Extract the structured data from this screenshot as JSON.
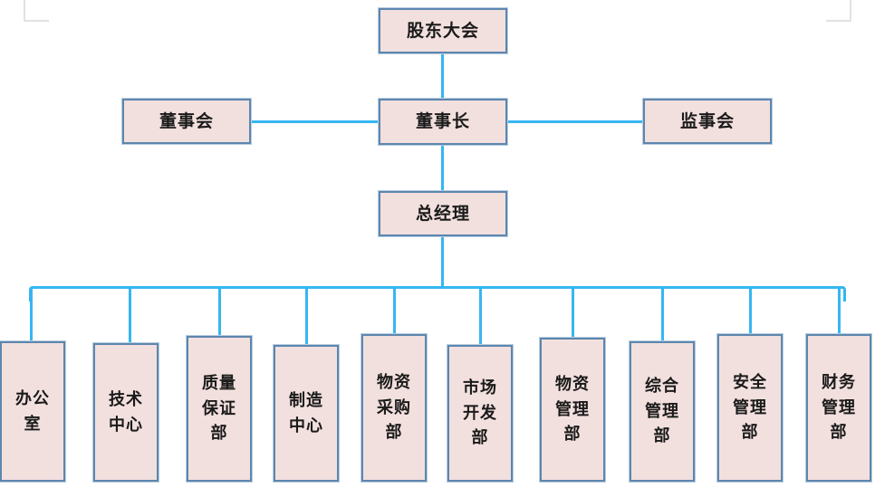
{
  "chart_data": {
    "type": "diagram",
    "title": "",
    "diagram_kind": "organizational-chart",
    "orientation": "top-down",
    "colors": {
      "node_fill": "#f2e0de",
      "node_border": "#5d86ae",
      "connector": "#35b6f2",
      "text": "#1a1a1a",
      "crop_mark": "#e2e2e2",
      "background": "#ffffff"
    },
    "levels": [
      {
        "level": 1,
        "nodes": [
          "股东大会"
        ]
      },
      {
        "level": 2,
        "nodes": [
          "董事会",
          "董事长",
          "监事会"
        ]
      },
      {
        "level": 3,
        "nodes": [
          "总经理"
        ]
      },
      {
        "level": 4,
        "nodes": [
          "办公室",
          "技术中心",
          "质量保证部",
          "制造中心",
          "物资采购部",
          "市场开发部",
          "物资管理部",
          "综合管理部",
          "安全管理部",
          "财务管理部"
        ]
      }
    ],
    "edges": [
      {
        "from": "股东大会",
        "to": "董事长"
      },
      {
        "from": "董事会",
        "to": "董事长"
      },
      {
        "from": "监事会",
        "to": "董事长"
      },
      {
        "from": "董事长",
        "to": "总经理"
      },
      {
        "from": "总经理",
        "to": "办公室"
      },
      {
        "from": "总经理",
        "to": "技术中心"
      },
      {
        "from": "总经理",
        "to": "质量保证部"
      },
      {
        "from": "总经理",
        "to": "制造中心"
      },
      {
        "from": "总经理",
        "to": "物资采购部"
      },
      {
        "from": "总经理",
        "to": "市场开发部"
      },
      {
        "from": "总经理",
        "to": "物资管理部"
      },
      {
        "from": "总经理",
        "to": "综合管理部"
      },
      {
        "from": "总经理",
        "to": "安全管理部"
      },
      {
        "from": "总经理",
        "to": "财务管理部"
      }
    ]
  },
  "nodes": {
    "shareholders_meeting": "股东大会",
    "board_of_directors": "董事会",
    "chairman": "董事长",
    "board_of_supervisors": "监事会",
    "general_manager": "总经理",
    "departments": [
      {
        "id": "office",
        "label": "办公室"
      },
      {
        "id": "technology-center",
        "label": "技术中心"
      },
      {
        "id": "quality-assurance",
        "label": "质量保证部"
      },
      {
        "id": "manufacturing-center",
        "label": "制造中心"
      },
      {
        "id": "materials-procurement",
        "label": "物资采购部"
      },
      {
        "id": "market-development",
        "label": "市场开发部"
      },
      {
        "id": "materials-management",
        "label": "物资管理部"
      },
      {
        "id": "general-management",
        "label": "综合管理部"
      },
      {
        "id": "safety-management",
        "label": "安全管理部"
      },
      {
        "id": "finance-management",
        "label": "财务管理部"
      }
    ]
  }
}
